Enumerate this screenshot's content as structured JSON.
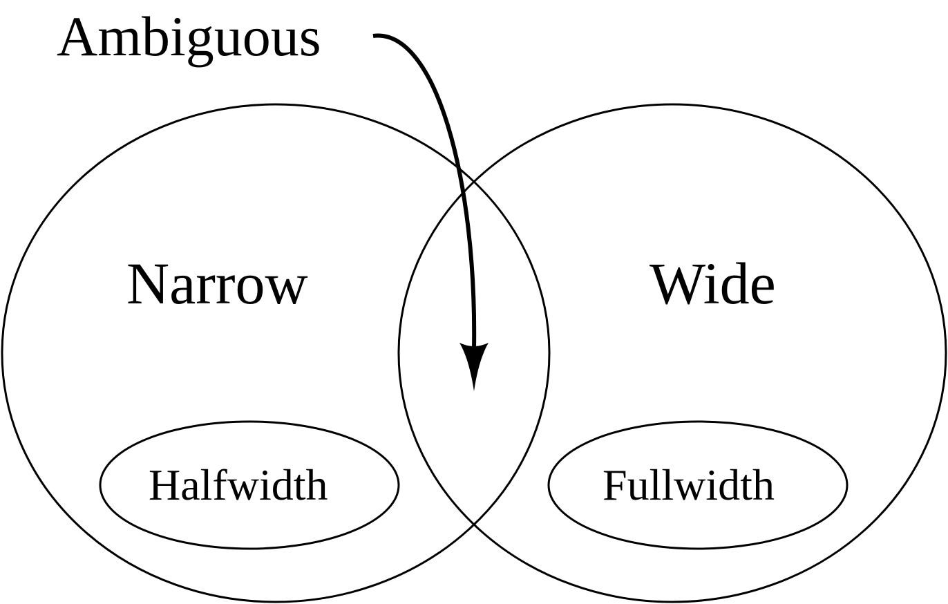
{
  "labels": {
    "ambiguous": "Ambiguous",
    "narrow": "Narrow",
    "wide": "Wide",
    "halfwidth": "Halfwidth",
    "fullwidth": "Fullwidth"
  },
  "colors": {
    "stroke": "#000000",
    "background": "#ffffff"
  }
}
